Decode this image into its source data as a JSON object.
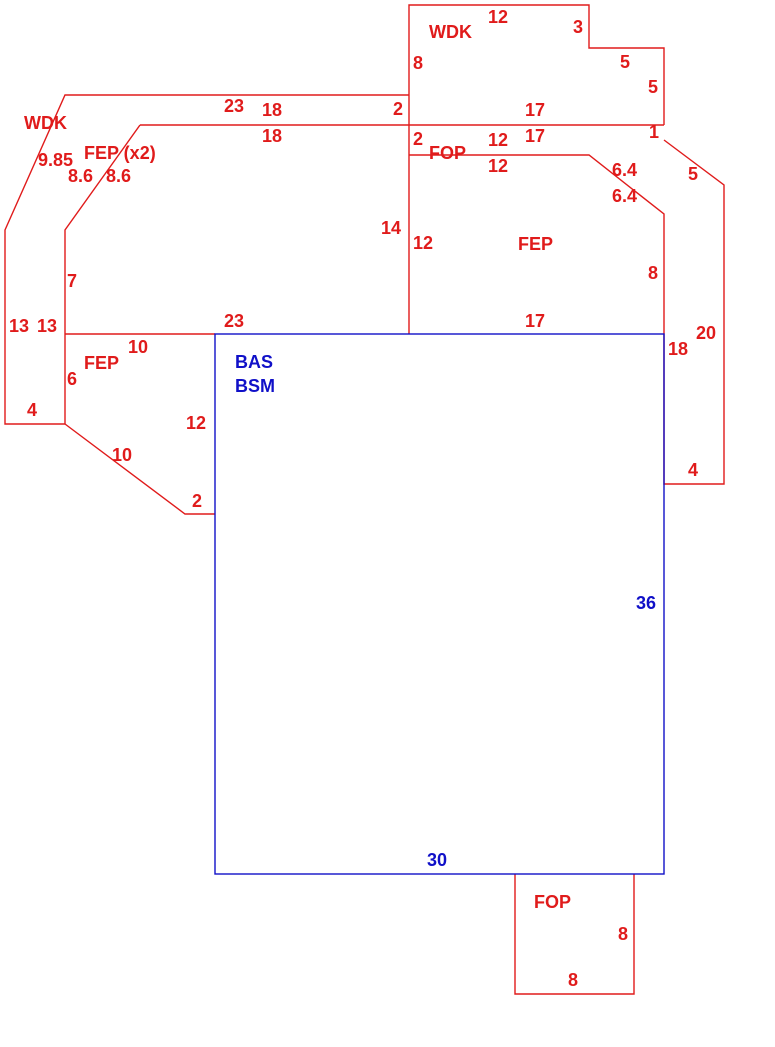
{
  "colors": {
    "addition": "#e01b1b",
    "base": "#1010c8",
    "background": "#ffffff"
  },
  "areas": {
    "wdk_top": "WDK",
    "wdk_left": "WDK",
    "fep_x2": "FEP (x2)",
    "fop_upper": "FOP",
    "fep_right": "FEP",
    "fep_left": "FEP",
    "bas": "BAS",
    "bsm": "BSM",
    "fop_bottom": "FOP"
  },
  "dims": {
    "wdk_top_12": "12",
    "wdk_top_3": "3",
    "wdk_top_5a": "5",
    "wdk_top_5b": "5",
    "wdk_top_8": "8",
    "wdk_top_17": "17",
    "wdk_top_2": "2",
    "wdk_left_23": "23",
    "wdk_left_985": "9.85",
    "wdk_left_13": "13",
    "wdk_left_4": "4",
    "fepx2_18a": "18",
    "fepx2_18b": "18",
    "fepx2_86a": "8.6",
    "fepx2_86b": "8.6",
    "fepx2_7": "7",
    "fepx2_13": "13",
    "fepx2_14": "14",
    "fepx2_23": "23",
    "fop_2": "2",
    "fop_12a": "12",
    "fop_17": "17",
    "fop_1": "1",
    "fepr_12": "12",
    "fepr_64a": "6.4",
    "fepr_64b": "6.4",
    "fepr_12side": "12",
    "fepr_8": "8",
    "fepr_17": "17",
    "fepr_18": "18",
    "rstrip_5": "5",
    "rstrip_20": "20",
    "rstrip_4": "4",
    "fepl_10a": "10",
    "fepl_6": "6",
    "fepl_12": "12",
    "fepl_10b": "10",
    "fepl_2": "2",
    "bas_36": "36",
    "bas_30": "30",
    "fopb_8a": "8",
    "fopb_8b": "8"
  }
}
